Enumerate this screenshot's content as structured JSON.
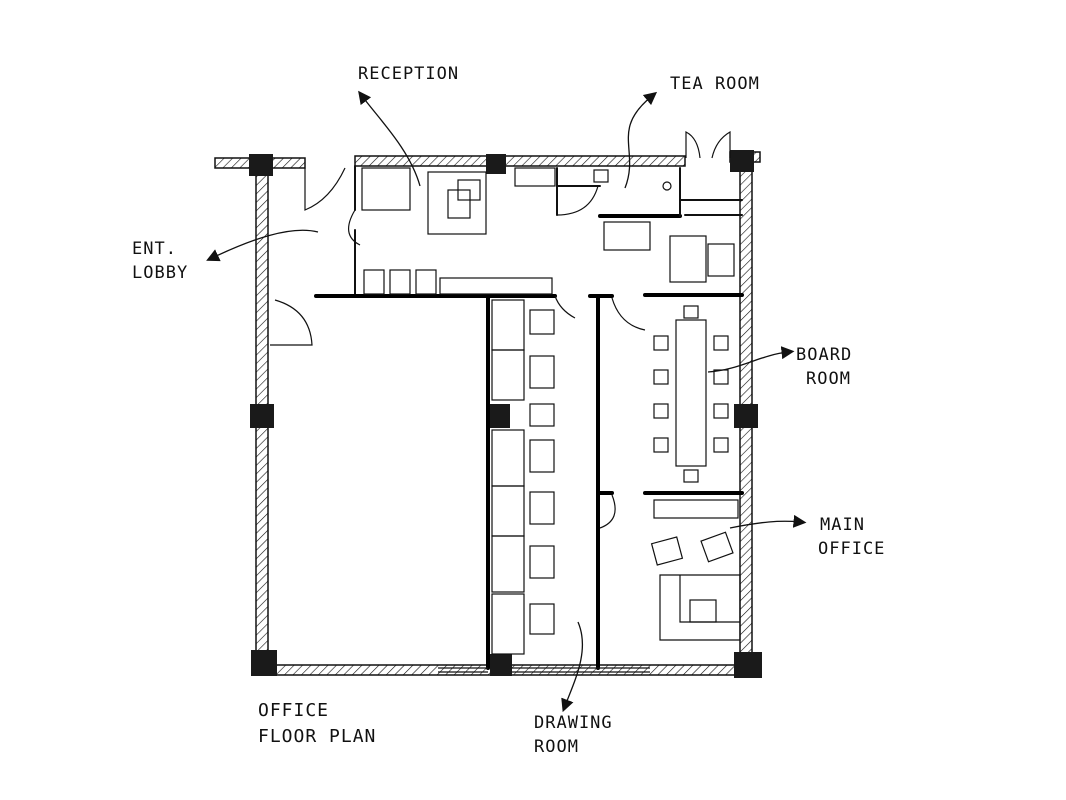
{
  "labels": {
    "reception": "RECEPTION",
    "tea_room": "TEA ROOM",
    "ent_lobby_1": "ENT.",
    "ent_lobby_2": "LOBBY",
    "board_room_1": "BOARD",
    "board_room_2": "ROOM",
    "main_office_1": "MAIN",
    "main_office_2": "OFFICE",
    "drawing_room_1": "DRAWING",
    "drawing_room_2": "ROOM",
    "title_1": "OFFICE",
    "title_2": "FLOOR PLAN"
  },
  "colors": {
    "ink": "#111111",
    "paper": "#ffffff"
  }
}
